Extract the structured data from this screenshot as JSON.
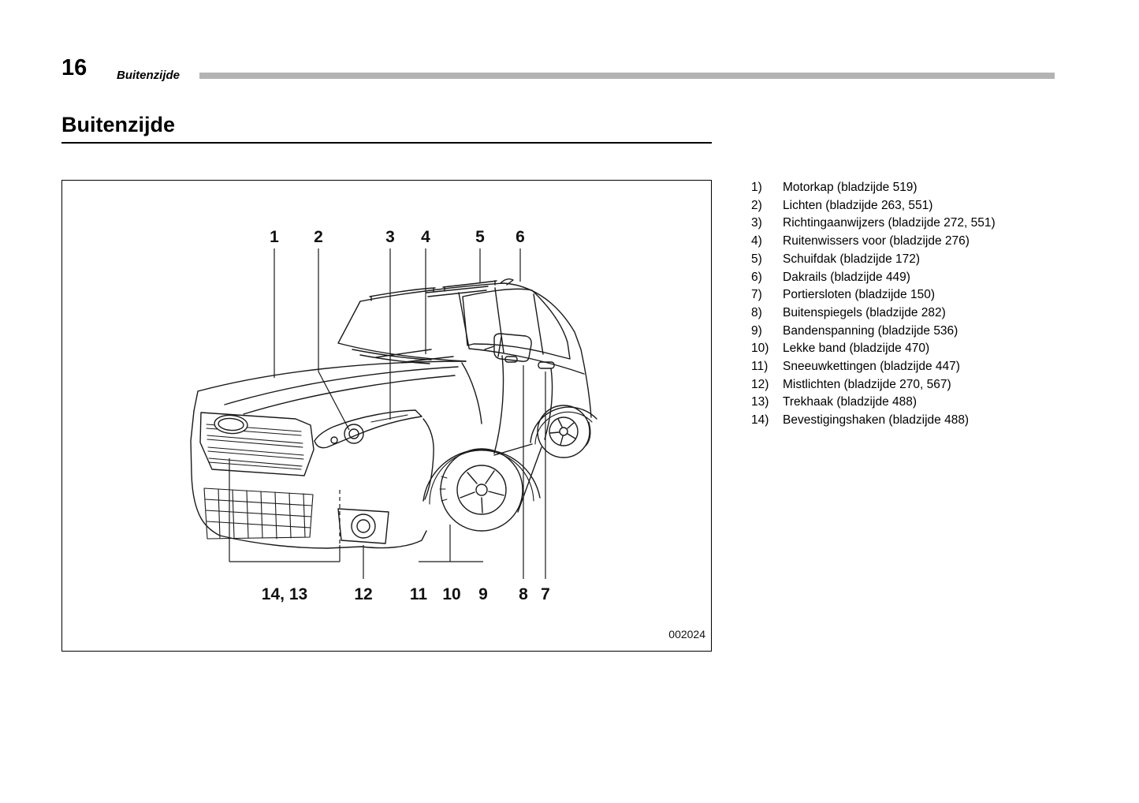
{
  "page": {
    "number": "16",
    "section_label": "Buitenzijde",
    "title": "Buitenzijde"
  },
  "figure": {
    "code": "002024",
    "top": [
      "1",
      "2",
      "3",
      "4",
      "5",
      "6"
    ],
    "bottom": [
      "14, 13",
      "12",
      "11",
      "10",
      "9",
      "8",
      "7"
    ]
  },
  "legend": {
    "items": [
      {
        "num": "1)",
        "label": "Motorkap (bladzijde 519)"
      },
      {
        "num": "2)",
        "label": "Lichten (bladzijde 263, 551)"
      },
      {
        "num": "3)",
        "label": "Richtingaanwijzers (bladzijde 272, 551)"
      },
      {
        "num": "4)",
        "label": "Ruitenwissers voor (bladzijde 276)"
      },
      {
        "num": "5)",
        "label": "Schuifdak (bladzijde 172)"
      },
      {
        "num": "6)",
        "label": "Dakrails (bladzijde 449)"
      },
      {
        "num": "7)",
        "label": "Portiersloten (bladzijde 150)"
      },
      {
        "num": "8)",
        "label": "Buitenspiegels (bladzijde 282)"
      },
      {
        "num": "9)",
        "label": "Bandenspanning (bladzijde 536)"
      },
      {
        "num": "10)",
        "label": "Lekke band (bladzijde 470)"
      },
      {
        "num": "11)",
        "label": "Sneeuwkettingen (bladzijde 447)"
      },
      {
        "num": "12)",
        "label": "Mistlichten (bladzijde 270, 567)"
      },
      {
        "num": "13)",
        "label": "Trekhaak (bladzijde 488)"
      },
      {
        "num": "14)",
        "label": "Bevestigingshaken (bladzijde 488)"
      }
    ]
  },
  "colors": {
    "header_bar": "#b3b3b3",
    "line_art": "#1a1a1a"
  }
}
